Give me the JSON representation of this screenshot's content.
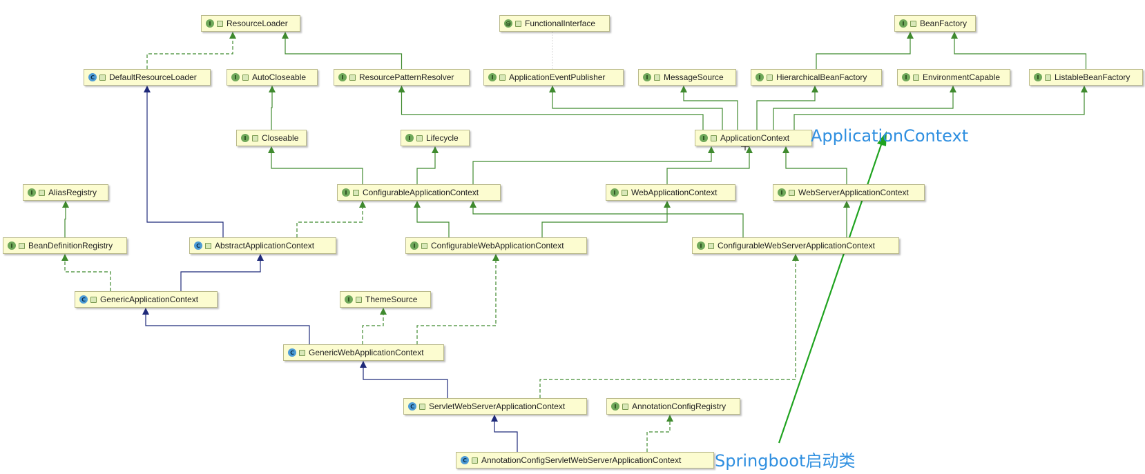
{
  "nodes": [
    {
      "id": "ResourceLoader",
      "label": "ResourceLoader",
      "kind": "interface"
    },
    {
      "id": "FunctionalInterface",
      "label": "FunctionalInterface",
      "kind": "annotation"
    },
    {
      "id": "BeanFactory",
      "label": "BeanFactory",
      "kind": "interface"
    },
    {
      "id": "DefaultResourceLoader",
      "label": "DefaultResourceLoader",
      "kind": "class"
    },
    {
      "id": "AutoCloseable",
      "label": "AutoCloseable",
      "kind": "interface"
    },
    {
      "id": "ResourcePatternResolver",
      "label": "ResourcePatternResolver",
      "kind": "interface"
    },
    {
      "id": "ApplicationEventPublisher",
      "label": "ApplicationEventPublisher",
      "kind": "interface"
    },
    {
      "id": "MessageSource",
      "label": "MessageSource",
      "kind": "interface"
    },
    {
      "id": "HierarchicalBeanFactory",
      "label": "HierarchicalBeanFactory",
      "kind": "interface"
    },
    {
      "id": "EnvironmentCapable",
      "label": "EnvironmentCapable",
      "kind": "interface"
    },
    {
      "id": "ListableBeanFactory",
      "label": "ListableBeanFactory",
      "kind": "interface"
    },
    {
      "id": "Closeable",
      "label": "Closeable",
      "kind": "interface"
    },
    {
      "id": "Lifecycle",
      "label": "Lifecycle",
      "kind": "interface"
    },
    {
      "id": "ApplicationContext",
      "label": "ApplicationContext",
      "kind": "interface"
    },
    {
      "id": "AliasRegistry",
      "label": "AliasRegistry",
      "kind": "interface"
    },
    {
      "id": "ConfigurableApplicationContext",
      "label": "ConfigurableApplicationContext",
      "kind": "interface"
    },
    {
      "id": "WebApplicationContext",
      "label": "WebApplicationContext",
      "kind": "interface"
    },
    {
      "id": "WebServerApplicationContext",
      "label": "WebServerApplicationContext",
      "kind": "interface"
    },
    {
      "id": "BeanDefinitionRegistry",
      "label": "BeanDefinitionRegistry",
      "kind": "interface"
    },
    {
      "id": "AbstractApplicationContext",
      "label": "AbstractApplicationContext",
      "kind": "class"
    },
    {
      "id": "ConfigurableWebApplicationContext",
      "label": "ConfigurableWebApplicationContext",
      "kind": "interface"
    },
    {
      "id": "ConfigurableWebServerApplicationContext",
      "label": "ConfigurableWebServerApplicationContext",
      "kind": "interface"
    },
    {
      "id": "GenericApplicationContext",
      "label": "GenericApplicationContext",
      "kind": "class"
    },
    {
      "id": "ThemeSource",
      "label": "ThemeSource",
      "kind": "interface"
    },
    {
      "id": "GenericWebApplicationContext",
      "label": "GenericWebApplicationContext",
      "kind": "class"
    },
    {
      "id": "ServletWebServerApplicationContext",
      "label": "ServletWebServerApplicationContext",
      "kind": "class"
    },
    {
      "id": "AnnotationConfigRegistry",
      "label": "AnnotationConfigRegistry",
      "kind": "interface"
    },
    {
      "id": "AnnotationConfigServletWebServerApplicationContext",
      "label": "AnnotationConfigServletWebServerApplicationContext",
      "kind": "class"
    }
  ],
  "badges": {
    "interface": "I",
    "class": "C",
    "annotation": "@"
  },
  "callouts": {
    "application_context": "ApplicationContext",
    "springboot_main": "Springboot启动类"
  },
  "colors": {
    "extends_class": "#1f2a7a",
    "interface_link": "#3f8a2e",
    "callout_text": "#2f8fe0",
    "callout_arrow": "#1fa31f"
  }
}
